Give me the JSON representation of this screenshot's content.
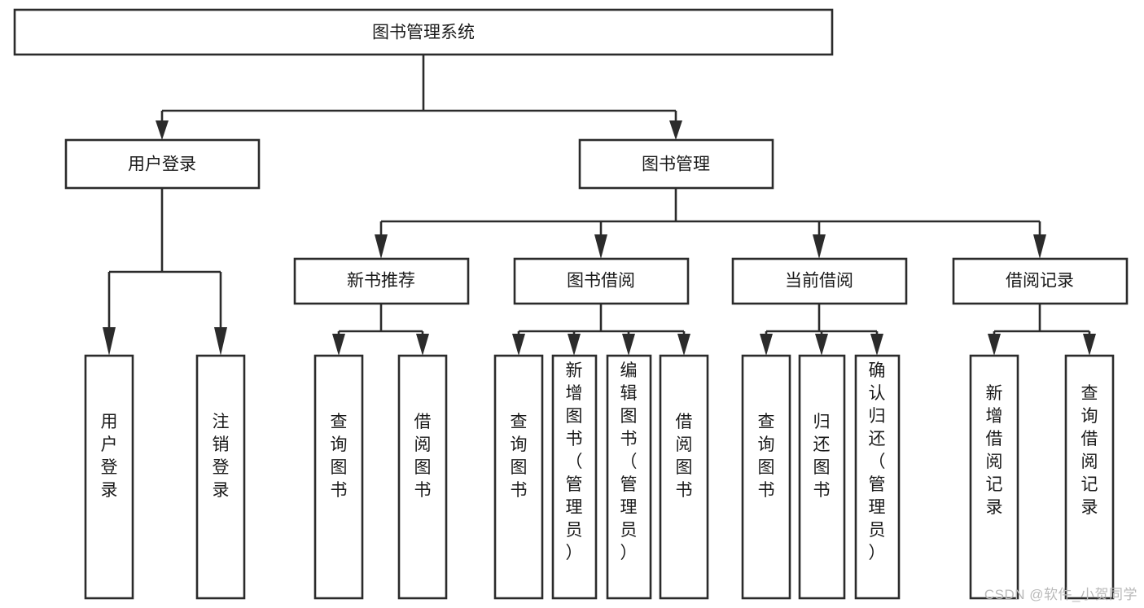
{
  "diagram": {
    "title": "图书管理系统",
    "type": "tree",
    "orientation": "top-down",
    "background_color": "#ffffff",
    "line_color": "#2b2b2b",
    "box_fill": "#ffffff",
    "text_color": "#1a1a1a"
  },
  "watermark": {
    "text": "CSDN @软件_小贺同学",
    "color": "#b9b9b9"
  },
  "nodes": {
    "root": {
      "label": "图书管理系统",
      "level": 0,
      "orientation": "horizontal"
    },
    "l1": [
      {
        "id": "user-login",
        "label": "用户登录",
        "level": 1,
        "orientation": "horizontal"
      },
      {
        "id": "book-manage",
        "label": "图书管理",
        "level": 1,
        "orientation": "horizontal"
      }
    ],
    "l2": [
      {
        "id": "new-book-rec",
        "label": "新书推荐",
        "level": 2,
        "orientation": "horizontal",
        "parent": "book-manage"
      },
      {
        "id": "book-borrow",
        "label": "图书借阅",
        "level": 2,
        "orientation": "horizontal",
        "parent": "book-manage"
      },
      {
        "id": "current-borrow",
        "label": "当前借阅",
        "level": 2,
        "orientation": "horizontal",
        "parent": "book-manage"
      },
      {
        "id": "borrow-record",
        "label": "借阅记录",
        "level": 2,
        "orientation": "horizontal",
        "parent": "book-manage"
      }
    ],
    "leaves": [
      {
        "id": "leaf-user-login",
        "label": "用户登录",
        "parent": "user-login",
        "orientation": "vertical"
      },
      {
        "id": "leaf-user-logout",
        "label": "注销登录",
        "parent": "user-login",
        "orientation": "vertical"
      },
      {
        "id": "leaf-query-book-1",
        "label": "查询图书",
        "parent": "new-book-rec",
        "orientation": "vertical"
      },
      {
        "id": "leaf-borrow-book-1",
        "label": "借阅图书",
        "parent": "new-book-rec",
        "orientation": "vertical"
      },
      {
        "id": "leaf-query-book-2",
        "label": "查询图书",
        "parent": "book-borrow",
        "orientation": "vertical"
      },
      {
        "id": "leaf-add-book",
        "label": "新增图书（管理员）",
        "parent": "book-borrow",
        "orientation": "vertical"
      },
      {
        "id": "leaf-edit-book",
        "label": "编辑图书（管理员）",
        "parent": "book-borrow",
        "orientation": "vertical"
      },
      {
        "id": "leaf-borrow-book-2",
        "label": "借阅图书",
        "parent": "book-borrow",
        "orientation": "vertical"
      },
      {
        "id": "leaf-query-book-3",
        "label": "查询图书",
        "parent": "current-borrow",
        "orientation": "vertical"
      },
      {
        "id": "leaf-return-book",
        "label": "归还图书",
        "parent": "current-borrow",
        "orientation": "vertical"
      },
      {
        "id": "leaf-confirm-return",
        "label": "确认归还（管理员）",
        "parent": "current-borrow",
        "orientation": "vertical"
      },
      {
        "id": "leaf-add-record",
        "label": "新增借阅记录",
        "parent": "borrow-record",
        "orientation": "vertical"
      },
      {
        "id": "leaf-query-record",
        "label": "查询借阅记录",
        "parent": "borrow-record",
        "orientation": "vertical"
      }
    ]
  }
}
